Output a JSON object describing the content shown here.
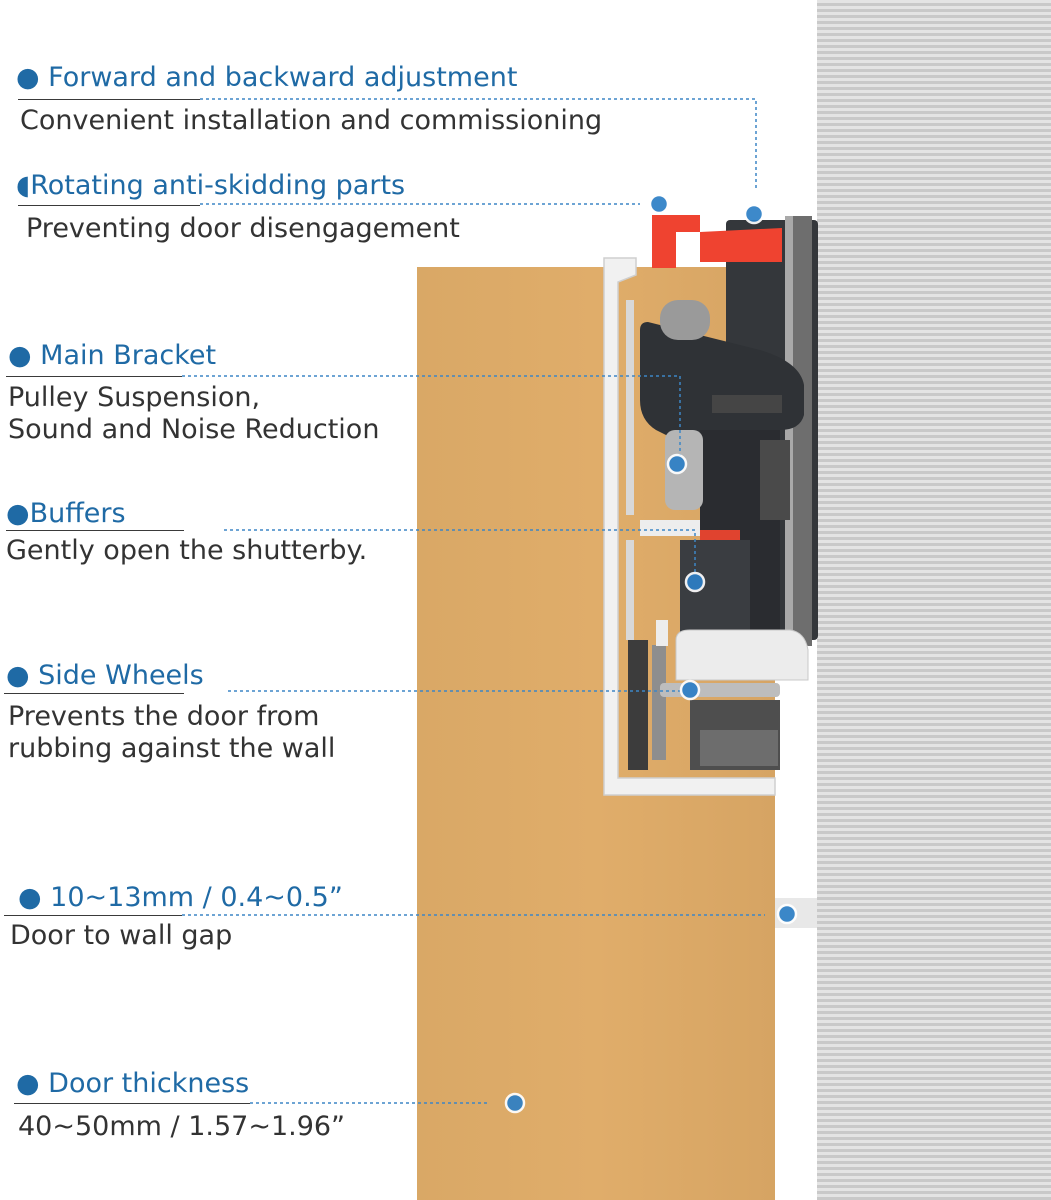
{
  "colors": {
    "accent": "#1f6aa5",
    "text": "#333333",
    "marker": "#2d7fc6",
    "door": "#e0ad6a",
    "anti_skid": "#ef4330",
    "bracket": "#2f3236"
  },
  "callouts": [
    {
      "title": "Forward and backward adjustment",
      "desc": "Convenient installation and commissioning"
    },
    {
      "title": "Rotating anti-skidding parts",
      "desc": "Preventing door disengagement"
    },
    {
      "title": "Main Bracket",
      "desc": "Pulley Suspension,\nSound and Noise Reduction"
    },
    {
      "title": "Buffers",
      "desc": "Gently open the shutterby."
    },
    {
      "title": "Side Wheels",
      "desc": "Prevents the door from\nrubbing against the wall"
    },
    {
      "title": "10~13mm / 0.4~0.5”",
      "desc": "Door to wall gap"
    },
    {
      "title": "Door thickness",
      "desc": "40~50mm / 1.57~1.96”"
    }
  ]
}
